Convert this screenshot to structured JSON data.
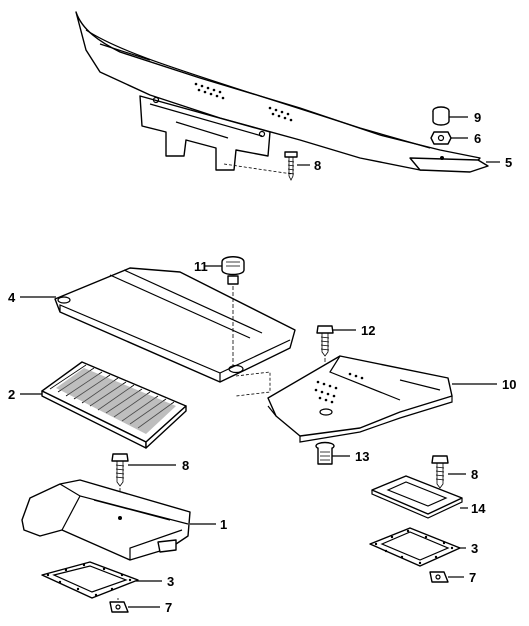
{
  "diagram": {
    "callouts": [
      {
        "id": "c9",
        "label": "9"
      },
      {
        "id": "c6",
        "label": "6"
      },
      {
        "id": "c5",
        "label": "5"
      },
      {
        "id": "c8a",
        "label": "8"
      },
      {
        "id": "c11",
        "label": "11"
      },
      {
        "id": "c4",
        "label": "4"
      },
      {
        "id": "c12",
        "label": "12"
      },
      {
        "id": "c2",
        "label": "2"
      },
      {
        "id": "c10",
        "label": "10"
      },
      {
        "id": "c13",
        "label": "13"
      },
      {
        "id": "c8b",
        "label": "8"
      },
      {
        "id": "c1",
        "label": "1"
      },
      {
        "id": "c3a",
        "label": "3"
      },
      {
        "id": "c7a",
        "label": "7"
      },
      {
        "id": "c8c",
        "label": "8"
      },
      {
        "id": "c14",
        "label": "14"
      },
      {
        "id": "c3b",
        "label": "3"
      },
      {
        "id": "c7b",
        "label": "7"
      }
    ]
  }
}
